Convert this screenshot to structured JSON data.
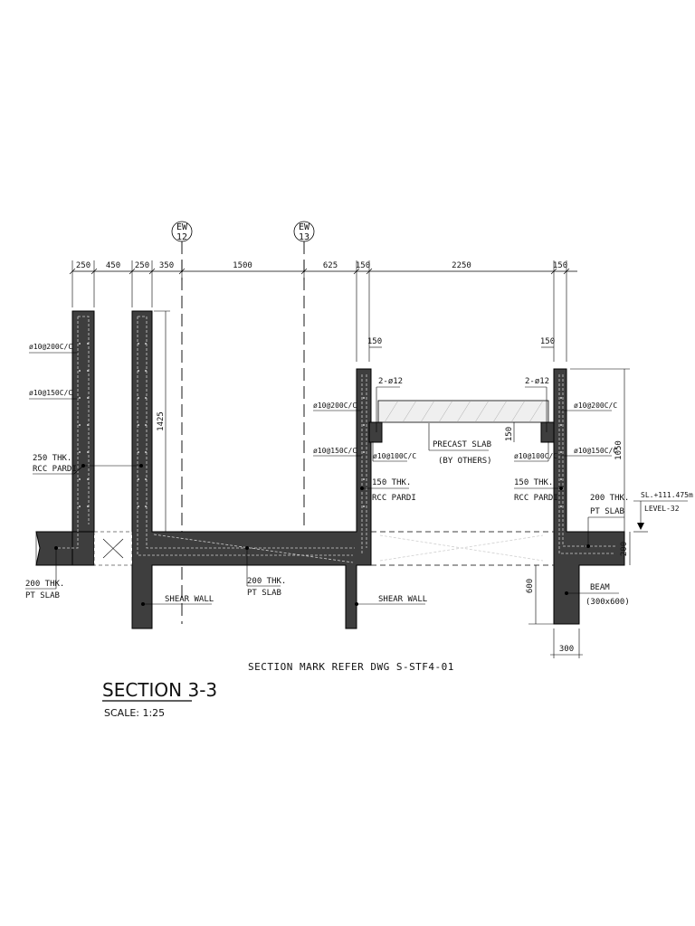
{
  "grid": {
    "ew12": [
      "EW",
      "12"
    ],
    "ew13": [
      "EW",
      "13"
    ]
  },
  "dims_top": [
    "250",
    "450",
    "250",
    "350",
    "1500",
    "625",
    "150",
    "2250",
    "150"
  ],
  "dims_misc": {
    "d150_left": "150",
    "d150_right": "150",
    "d1425": "1425",
    "d1050": "1050",
    "d200": "200",
    "d600": "600",
    "d300": "300",
    "d150_slab": "150"
  },
  "labels": {
    "rebar_200_left": "ø10@200C/C",
    "rebar_150_left": "ø10@150C/C",
    "pardi_left": [
      "250 THK.",
      "RCC PARDI"
    ],
    "slab_left": [
      "200 THK.",
      "PT SLAB"
    ],
    "shear_wall_1": "SHEAR WALL",
    "pt_slab_mid": [
      "200 THK.",
      "PT SLAB"
    ],
    "shear_wall_2": "SHEAR WALL",
    "rebar_200_mid": "ø10@200C/C",
    "rebar_150_mid": "ø10@150C/C",
    "rebar_100_mid": "ø10@100C/C",
    "bar_2_12_mid": "2-ø12",
    "precast_slab": [
      "PRECAST SLAB",
      "(BY OTHERS)"
    ],
    "pardi_mid": [
      "150 THK.",
      "RCC PARDI"
    ],
    "bar_2_12_right": "2-ø12",
    "rebar_100_right": "ø10@100C/C",
    "pardi_right": [
      "150 THK.",
      "RCC PARDI"
    ],
    "rebar_200_right": "ø10@200C/C",
    "rebar_150_right": "ø10@150C/C",
    "slab_right": [
      "200 THK.",
      "PT SLAB"
    ],
    "level": [
      "SL.+111.475m",
      "LEVEL-32"
    ],
    "beam": [
      "BEAM",
      "(300x600)"
    ]
  },
  "section_ref": "SECTION MARK REFER DWG S-STF4-01",
  "title": "SECTION 3-3",
  "scale": "SCALE: 1:25"
}
